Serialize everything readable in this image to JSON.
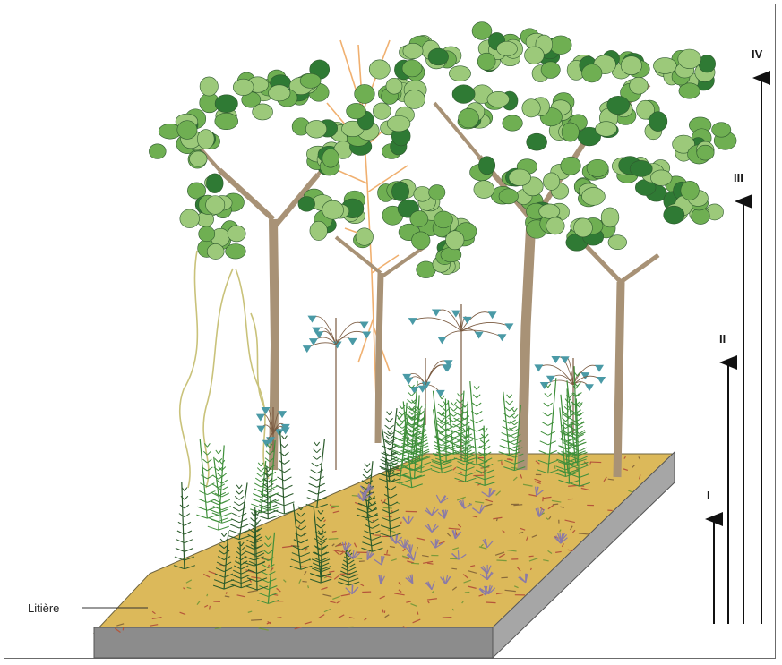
{
  "labels": {
    "litter": "Litière"
  },
  "strata": [
    {
      "id": "I",
      "label": "I"
    },
    {
      "id": "II",
      "label": "II"
    },
    {
      "id": "III",
      "label": "III"
    },
    {
      "id": "IV",
      "label": "IV"
    }
  ],
  "colors": {
    "ground_top": "#dcb95a",
    "ground_side": "#a9a9a9",
    "ground_front": "#8c8c8c",
    "trunk": "#a89276",
    "leaf_light": "#9cc97a",
    "leaf_mid": "#6faf52",
    "leaf_dark": "#2f7a34",
    "liana": "#c9c27a",
    "dead_tree": "#f0b070",
    "shrub_leaf": "#4a9aa6",
    "fern": "#3f8f3a",
    "fern_dark": "#2a5a2a",
    "herb_purple": "#8a7aa8",
    "arrow": "#111111"
  }
}
